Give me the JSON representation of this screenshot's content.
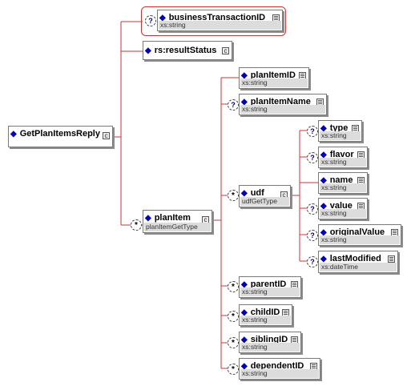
{
  "colors": {
    "connector": "#cc3333",
    "node_border": "#7a7a7a",
    "type_bar": "#dcdcdc",
    "diamond": "#0000b4"
  },
  "icons": {
    "element": "diamond-icon",
    "optional": "question-mark-icon",
    "multiple": "asterisk-icon",
    "documentation": "doc-icon",
    "collapse": "collapse-icon"
  },
  "root": {
    "name": "GetPlanItemsReply"
  },
  "nodes": {
    "businessTransactionID": {
      "name": "businessTransactionID",
      "type": "xs:string",
      "optional": "?"
    },
    "resultStatus": {
      "name": "rs:resultStatus"
    },
    "planItem": {
      "name": "planItem",
      "type": "planItemGetType",
      "multiplicity": "*"
    },
    "planItemID": {
      "name": "planItemID",
      "type": "xs:string"
    },
    "planItemName": {
      "name": "planItemName",
      "type": "xs:string",
      "optional": "?"
    },
    "udf": {
      "name": "udf",
      "type": "udfGetType",
      "multiplicity": "*"
    },
    "type": {
      "name": "type",
      "type": "xs:string",
      "optional": "?"
    },
    "flavor": {
      "name": "flavor",
      "type": "xs:string",
      "optional": "?"
    },
    "uname": {
      "name": "name",
      "type": "xs:string"
    },
    "value": {
      "name": "value",
      "type": "xs:string",
      "optional": "?"
    },
    "originalValue": {
      "name": "originalValue",
      "type": "xs:string",
      "optional": "?"
    },
    "lastModified": {
      "name": "lastModified",
      "type": "xs:dateTime",
      "optional": "?"
    },
    "parentID": {
      "name": "parentID",
      "type": "xs:string",
      "multiplicity": "*"
    },
    "childID": {
      "name": "childID",
      "type": "xs:string",
      "multiplicity": "*"
    },
    "siblingID": {
      "name": "siblingID",
      "type": "xs:string",
      "multiplicity": "*"
    },
    "dependentID": {
      "name": "dependentID",
      "type": "xs:string",
      "multiplicity": "*"
    }
  }
}
